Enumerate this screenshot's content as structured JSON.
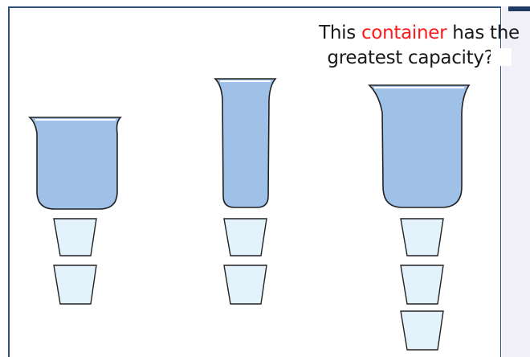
{
  "caption": {
    "prefix": "This ",
    "highlight": "container",
    "suffix_line1": " has the",
    "line2": "greatest capacity?"
  },
  "colors": {
    "container_fill": "#9fc1e7",
    "container_stroke": "#222222",
    "cup_fill": "#e3f2fb",
    "highlight": "#ff1a1a",
    "slide_border": "#2f4f79",
    "side_panel": "#f1f0f8"
  },
  "containers": [
    {
      "name": "medium-container",
      "cups_to_fill": 2
    },
    {
      "name": "tall-container",
      "cups_to_fill": 2
    },
    {
      "name": "large-container",
      "cups_to_fill": 3
    }
  ]
}
